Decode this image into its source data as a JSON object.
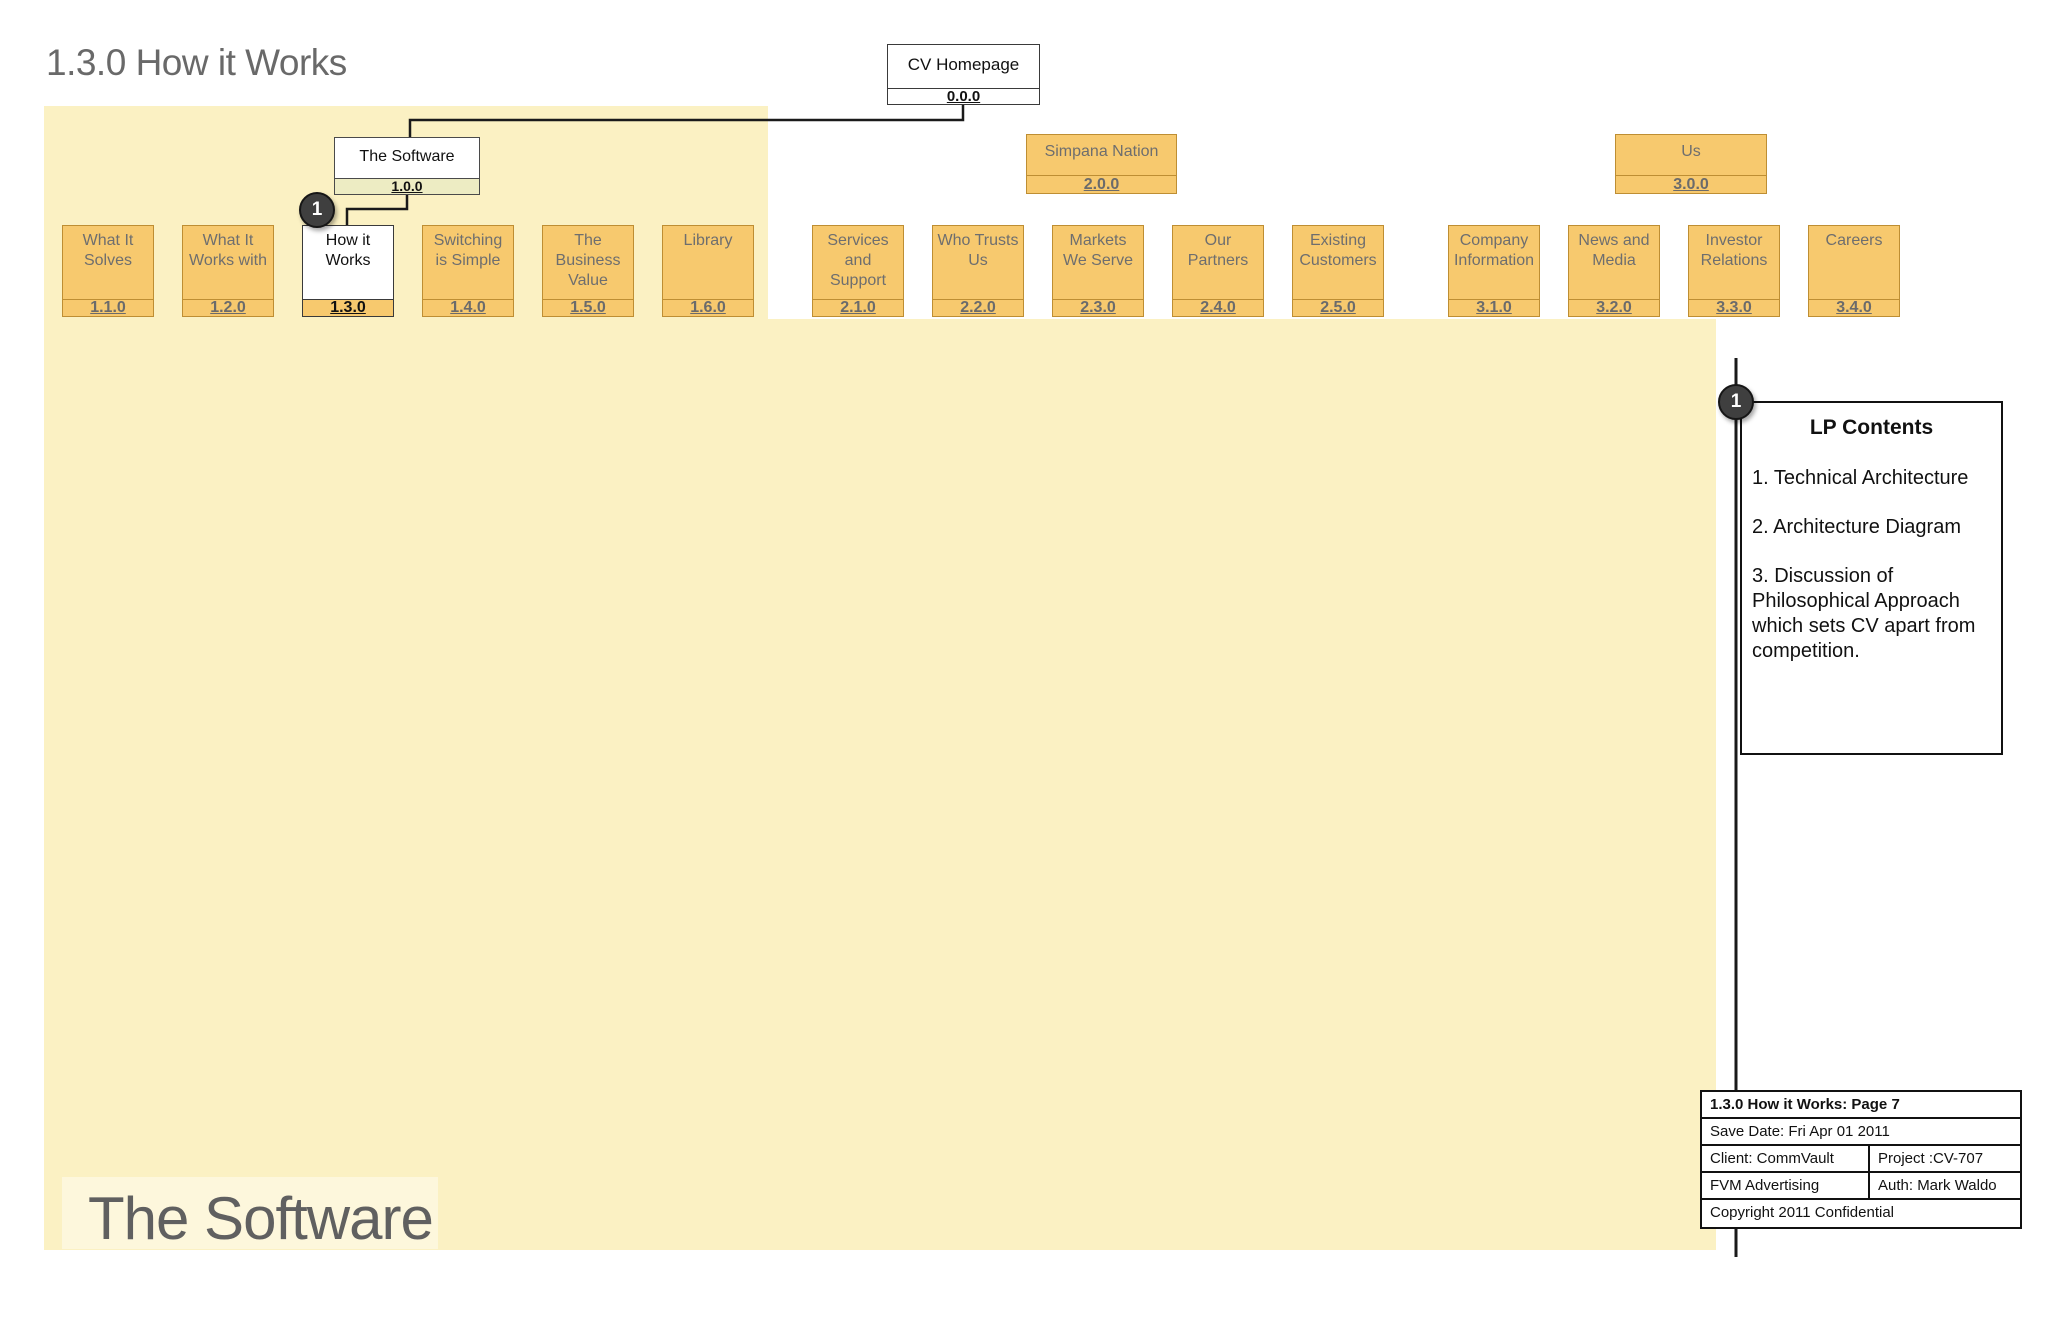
{
  "page": {
    "title": "1.3.0 How it Works",
    "section_label": "The Software"
  },
  "root": {
    "label": "CV Homepage",
    "number": "0.0.0"
  },
  "level1": [
    {
      "label": "The Software",
      "number": "1.0.0"
    },
    {
      "label": "Simpana Nation",
      "number": "2.0.0"
    },
    {
      "label": "Us",
      "number": "3.0.0"
    }
  ],
  "level2": [
    {
      "label": "What It\nSolves",
      "number": "1.1.0"
    },
    {
      "label": "What It\nWorks with",
      "number": "1.2.0"
    },
    {
      "label": "How it\nWorks",
      "number": "1.3.0",
      "highlighted": true
    },
    {
      "label": "Switching\nis Simple",
      "number": "1.4.0"
    },
    {
      "label": "The\nBusiness\nValue",
      "number": "1.5.0"
    },
    {
      "label": "Library",
      "number": "1.6.0"
    },
    {
      "label": "Services\nand\nSupport",
      "number": "2.1.0"
    },
    {
      "label": "Who Trusts\nUs",
      "number": "2.2.0"
    },
    {
      "label": "Markets\nWe Serve",
      "number": "2.3.0"
    },
    {
      "label": "Our\nPartners",
      "number": "2.4.0"
    },
    {
      "label": "Existing\nCustomers",
      "number": "2.5.0"
    },
    {
      "label": "Company\nInformation",
      "number": "3.1.0"
    },
    {
      "label": "News and\nMedia",
      "number": "3.2.0"
    },
    {
      "label": "Investor\nRelations",
      "number": "3.3.0"
    },
    {
      "label": "Careers",
      "number": "3.4.0"
    }
  ],
  "badges": {
    "marker_1": "1",
    "marker_2": "1"
  },
  "callout": {
    "title": "LP Contents",
    "items": [
      "1. Technical Architecture",
      "2. Architecture Diagram",
      "3. Discussion of Philosophical Approach which sets CV apart from competition."
    ]
  },
  "title_block": {
    "page_title": "1.3.0 How it Works: Page 7",
    "save_date": "Save Date: Fri Apr 01 2011",
    "client": "Client: CommVault",
    "project": "Project :CV-707",
    "agency": "FVM Advertising",
    "author": "Auth: Mark Waldo",
    "copyright": "Copyright 2011 Confidential"
  },
  "colors": {
    "yellow": "#FBF1C3",
    "orange": "#F7C96E",
    "orange-border": "#BE8E33",
    "band-pale": "#EDECC3",
    "gray-text": "#6e6e6e",
    "line": "#1a1a1a",
    "badge": "#3f3f3f"
  }
}
